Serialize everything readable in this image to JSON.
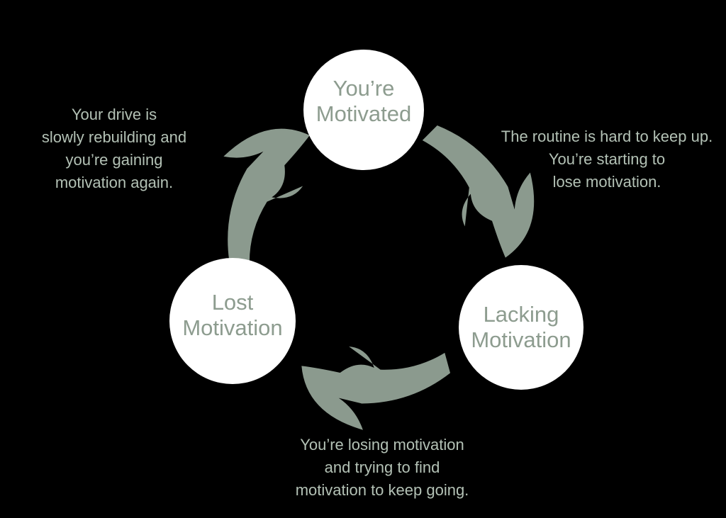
{
  "colors": {
    "background": "#000000",
    "node_fill": "#ffffff",
    "node_text": "#8d9c8f",
    "arrow": "#8b9a8e",
    "annotation_text": "#b3c1b5"
  },
  "nodes": {
    "motivated": {
      "label": "You’re\nMotivated"
    },
    "lacking": {
      "label": "Lacking\nMotivation"
    },
    "lost": {
      "label": "Lost\nMotivation"
    }
  },
  "annotations": {
    "right": {
      "text": "The routine is hard to keep up.\nYou’re starting to\nlose motivation."
    },
    "bottom": {
      "text": "You’re losing motivation\nand trying to find\nmotivation to keep going."
    },
    "left": {
      "text": "Your drive is\nslowly rebuilding and\nyou’re gaining\nmotivation again."
    }
  }
}
